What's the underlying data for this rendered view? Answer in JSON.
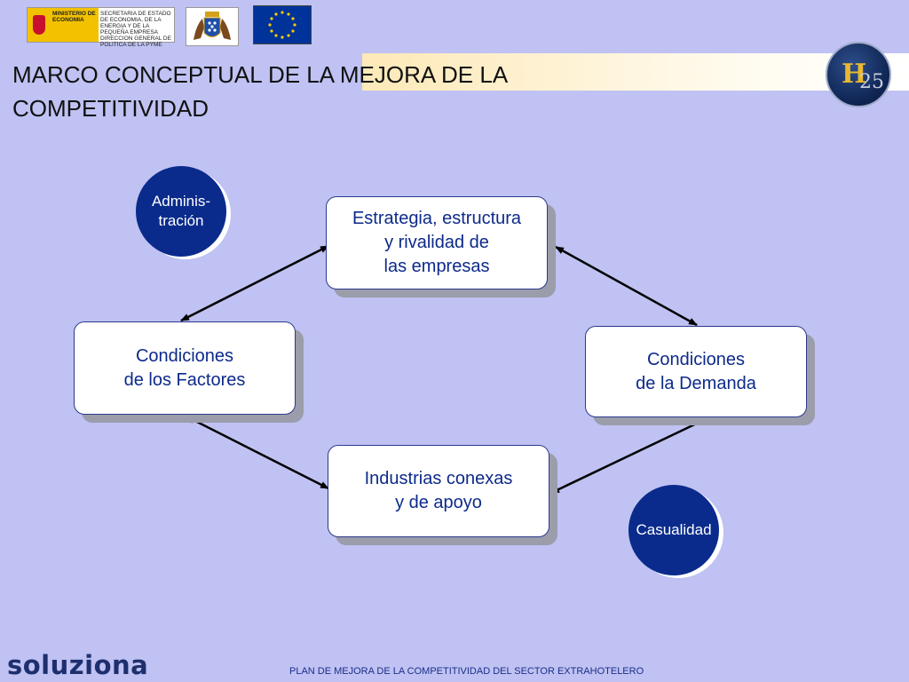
{
  "header": {
    "ministry_logo": {
      "col1": "MINISTERIO DE ECONOMIA",
      "col2": "SECRETARIA DE ESTADO DE ECONOMIA, DE LA ENERGIA Y DE LA PEQUEÑA EMPRESA DIRECCION GENERAL DE POLITICA DE LA PYME"
    }
  },
  "title": "MARCO CONCEPTUAL DE LA MEJORA DE LA COMPETITIVIDAD",
  "diagram": {
    "nodes": {
      "strategy": "Estrategia, estructura\ny rivalidad de\nlas empresas",
      "factors": "Condiciones\nde los Factores",
      "demand": "Condiciones\nde la Demanda",
      "industries": "Industrias conexas\ny de apoyo",
      "administration": "Adminis-\ntración",
      "chance": "Casualidad"
    },
    "colors": {
      "node_text": "#0d2a8a",
      "circle_fill": "#0a2b8c",
      "arrow": "#000000"
    }
  },
  "footer": {
    "brand": "soluziona",
    "caption": "PLAN DE MEJORA DE LA  COMPETITIVIDAD DEL SECTOR EXTRAHOTELERO"
  }
}
